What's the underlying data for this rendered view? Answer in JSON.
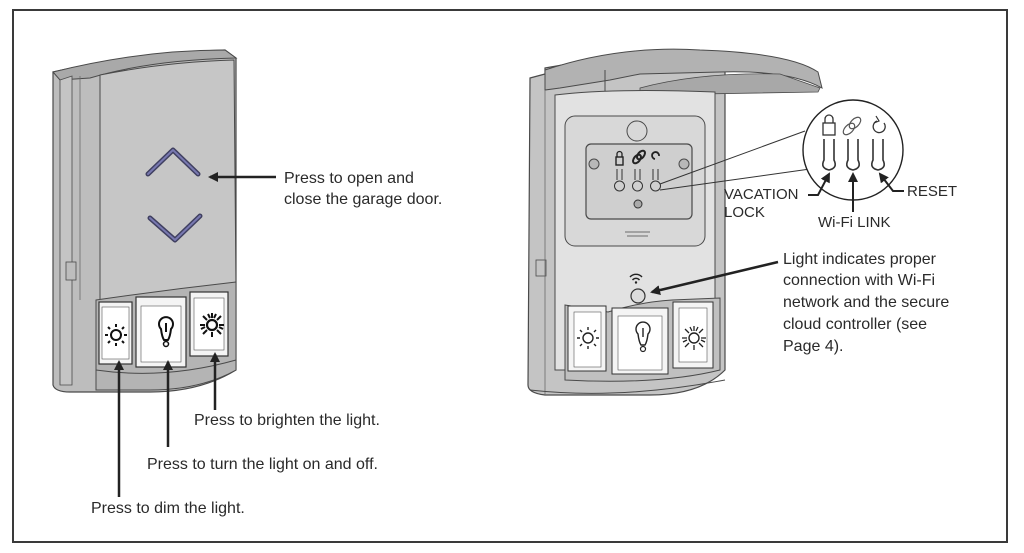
{
  "figure": {
    "left_device": {
      "name": "Wall control (front, closed cover)",
      "callouts": {
        "door": [
          "Press to open and",
          "close the garage door."
        ],
        "brighten": "Press to brighten the light.",
        "toggle": "Press to turn the light on and off.",
        "dim": "Press to dim the light."
      }
    },
    "right_device": {
      "name": "Wall control (cover open)",
      "detail_buttons": {
        "vacation_lock": [
          "VACATION",
          "LOCK"
        ],
        "wifi_link": "Wi-Fi LINK",
        "reset": "RESET"
      },
      "indicator_callout": [
        "Light indicates proper",
        "connection with Wi-Fi",
        "network and the secure",
        "cloud controller (see",
        "Page 4)."
      ]
    },
    "icons": [
      "chevron-up-icon",
      "chevron-down-icon",
      "dim-light-icon",
      "light-toggle-icon",
      "bright-light-icon",
      "lock-icon",
      "link-icon",
      "reset-icon",
      "wifi-icon"
    ],
    "colors": {
      "device_body": "#bdbdbd",
      "device_face": "#c8c8c8",
      "device_light": "#e4e4e4",
      "outline": "#4a4a4a",
      "chevron": "#5a5a8c",
      "frame": "#3a3a3a"
    }
  }
}
